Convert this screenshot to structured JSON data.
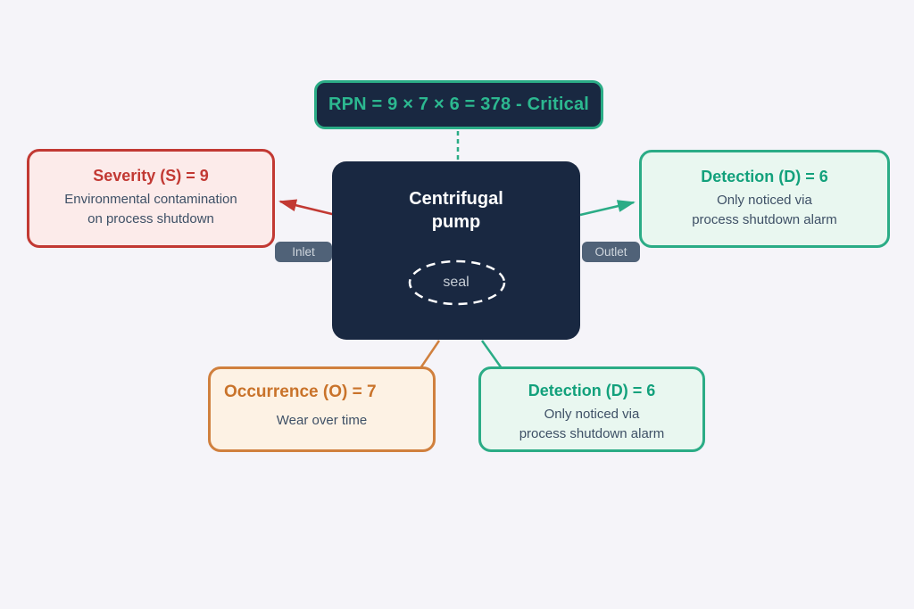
{
  "palette": {
    "page_bg": "#f5f4f9",
    "navy": "#192841",
    "teal": "#2bac86",
    "teal_text": "#2cb890",
    "green_title": "#13a17c",
    "red": "#c23933",
    "orange": "#d0803e",
    "orange_title": "#c9732a",
    "slate": "#3e5066",
    "pink_bg": "#fcebea",
    "green_bg": "#e9f7f0",
    "orange_bg": "#fdf2e4",
    "pill_bg": "#506278",
    "pill_text": "#cfd6dd",
    "seal_text": "#c6cdd5",
    "white": "#ffffff"
  },
  "banner": {
    "text": "RPN = 9 × 7 × 6 = 378 - Critical"
  },
  "pump": {
    "title_line1": "Centrifugal",
    "title_line2": "pump",
    "seal_label": "seal",
    "inlet_label": "Inlet",
    "outlet_label": "Outlet"
  },
  "nodes": {
    "severity": {
      "title": "Severity (S) = 9",
      "body_line1": "Environmental contamination",
      "body_line2": "on process shutdown"
    },
    "detection_right": {
      "title": "Detection (D) = 6",
      "body_line1": "Only noticed via",
      "body_line2": "process shutdown alarm"
    },
    "occurrence": {
      "title": "Occurrence (O) = 7",
      "body_line1": "Wear over time"
    },
    "detection_bottom": {
      "title": "Detection (D) = 6",
      "body_line1": "Only noticed via",
      "body_line2": "process shutdown alarm"
    }
  }
}
